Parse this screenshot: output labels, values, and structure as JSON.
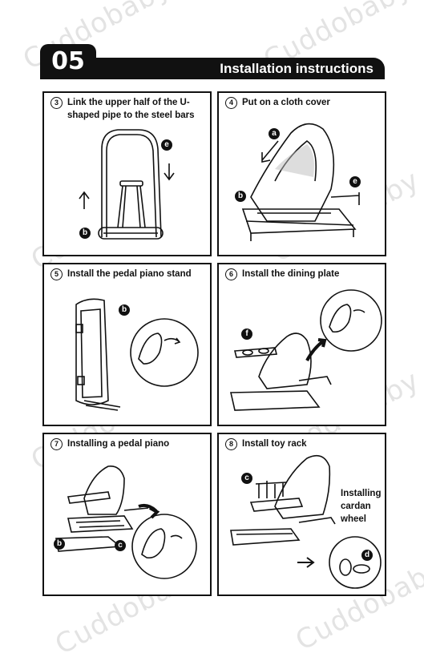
{
  "watermark": "Cuddobaby",
  "header": {
    "step": "05",
    "title": "Installation instructions"
  },
  "panels": [
    {
      "num": "3",
      "caption": "Link the upper half of the U-shaped pipe to the steel bars",
      "callouts": [
        "e",
        "b"
      ]
    },
    {
      "num": "4",
      "caption": "Put on a cloth cover",
      "callouts": [
        "a",
        "e",
        "b"
      ]
    },
    {
      "num": "5",
      "caption": "Install the pedal piano stand",
      "callouts": [
        "b"
      ]
    },
    {
      "num": "6",
      "caption": "Install the dining plate",
      "callouts": [
        "f"
      ]
    },
    {
      "num": "7",
      "caption": "Installing a pedal piano",
      "callouts": [
        "b",
        "c"
      ]
    },
    {
      "num": "8",
      "caption": "Install toy rack",
      "callouts": [
        "c",
        "d"
      ],
      "note": "Installing cardan wheel"
    }
  ]
}
